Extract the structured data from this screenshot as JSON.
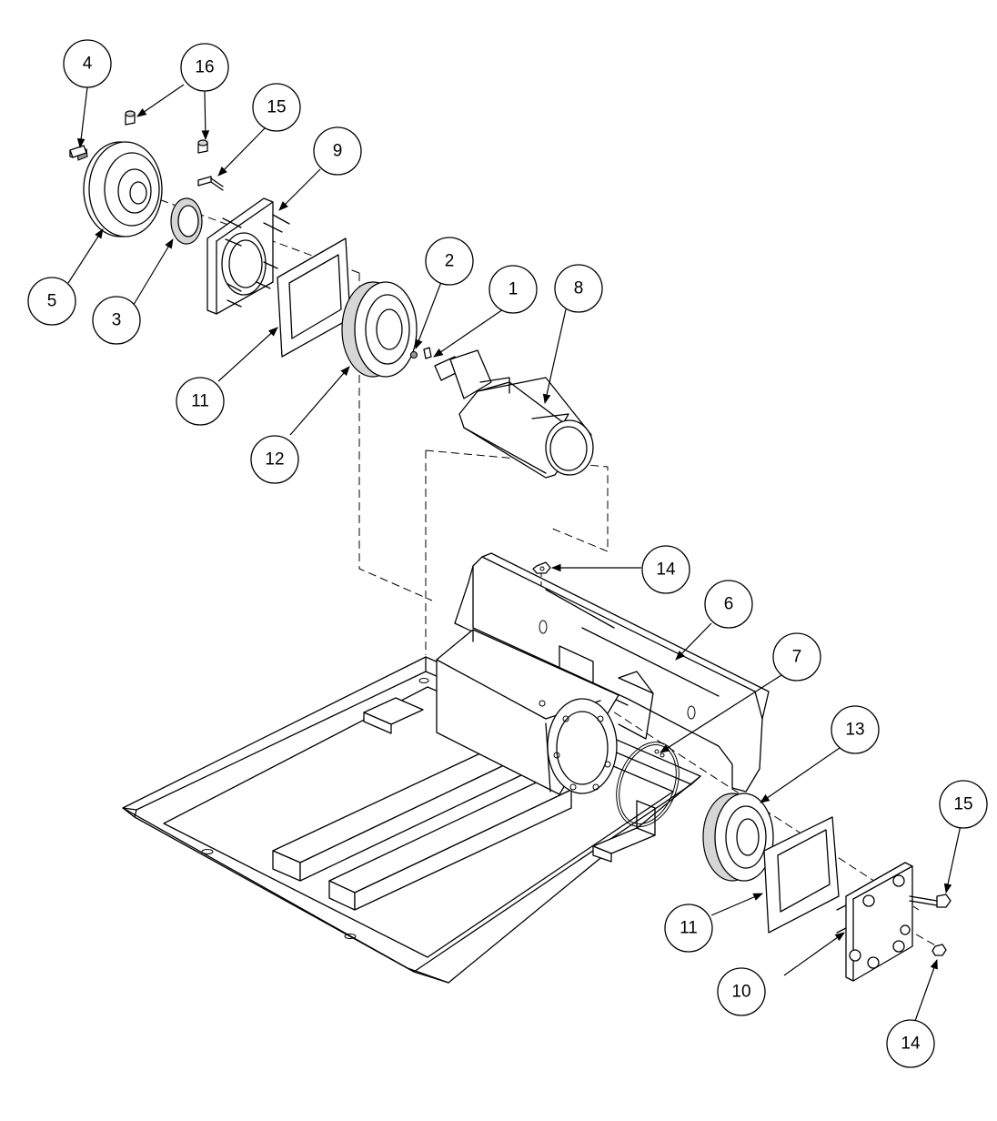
{
  "callouts": [
    {
      "id": "c4",
      "label": "4"
    },
    {
      "id": "c16",
      "label": "16"
    },
    {
      "id": "c15a",
      "label": "15"
    },
    {
      "id": "c9",
      "label": "9"
    },
    {
      "id": "c5",
      "label": "5"
    },
    {
      "id": "c3",
      "label": "3"
    },
    {
      "id": "c2",
      "label": "2"
    },
    {
      "id": "c1",
      "label": "1"
    },
    {
      "id": "c8",
      "label": "8"
    },
    {
      "id": "c11a",
      "label": "11"
    },
    {
      "id": "c12",
      "label": "12"
    },
    {
      "id": "c14a",
      "label": "14"
    },
    {
      "id": "c6",
      "label": "6"
    },
    {
      "id": "c7",
      "label": "7"
    },
    {
      "id": "c13",
      "label": "13"
    },
    {
      "id": "c15b",
      "label": "15"
    },
    {
      "id": "c11b",
      "label": "11"
    },
    {
      "id": "c10",
      "label": "10"
    },
    {
      "id": "c14b",
      "label": "14"
    }
  ]
}
